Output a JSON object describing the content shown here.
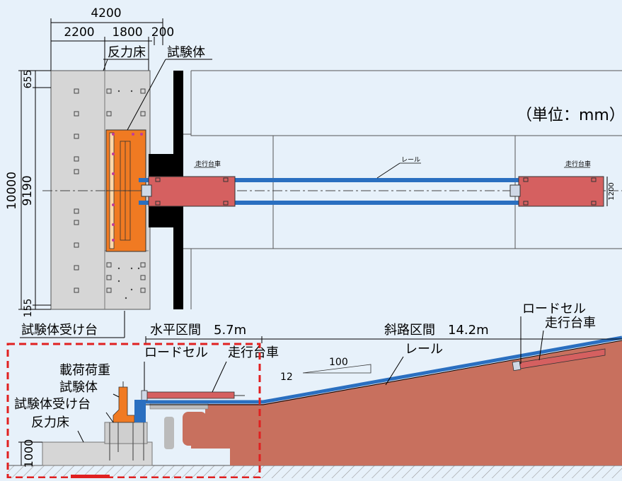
{
  "dimensions": {
    "total_width": "4200",
    "seg1": "2200",
    "seg2": "1800",
    "seg3": "200",
    "top_margin": "655",
    "total_height": "10000",
    "inner_height": "9190",
    "bottom_margin": "155",
    "cart_width": "1200",
    "slab_height": "1000"
  },
  "plan": {
    "reaction_floor": "反力床",
    "specimen": "試験体",
    "unit": "（単位：mm）",
    "rail": "レール",
    "cart_left": "走行台車",
    "cart_right": "走行台車"
  },
  "elevation": {
    "specimen_base": "試験体受け台",
    "horizontal_section": "水平区間　5.7m",
    "slope_section": "斜路区間　14.2m",
    "load_cell_right": "ロードセル",
    "cart_right": "走行台車",
    "load_cell_left": "ロードセル",
    "cart_left": "走行台車",
    "rail": "レール",
    "slope_run": "100",
    "slope_rise": "12",
    "load": "載荷荷重",
    "specimen": "試験体",
    "specimen_base_2": "試験体受け台",
    "reaction_floor": "反力床"
  },
  "colors": {
    "background": "#e7f1fa",
    "floor_gray": "#d6d6d6",
    "specimen_orange": "#f07a22",
    "cart_red": "#d56060",
    "rail_blue": "#2a6fc0",
    "slope_brown": "#c8705e",
    "highlight_red": "#e02020"
  }
}
